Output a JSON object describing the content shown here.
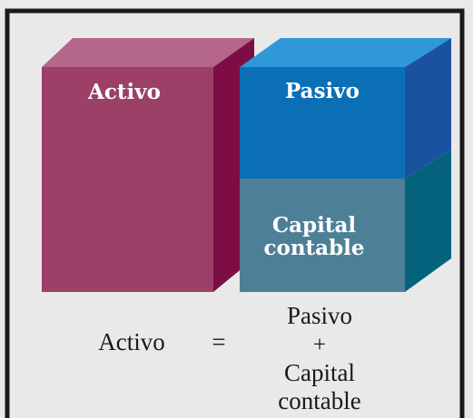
{
  "blocks": {
    "activo": {
      "label": "Activo"
    },
    "pasivo": {
      "label": "Pasivo"
    },
    "capital": {
      "label_line1": "Capital",
      "label_line2": "contable"
    }
  },
  "equation": {
    "left": "Activo",
    "equals": "=",
    "right_line1": "Pasivo",
    "plus": "+",
    "right_line2": "Capital",
    "right_line3": "contable"
  },
  "colors": {
    "background": "#e9e9e9",
    "border": "#1a1a1a",
    "activo_front": "#9c4067",
    "activo_top": "#b5678a",
    "activo_side": "#7c0e44",
    "pasivo_front": "#0a6fb5",
    "pasivo_top": "#2f98d9",
    "pasivo_side": "#1a52a0",
    "capital_front": "#4d8096",
    "capital_side": "#05627c"
  }
}
